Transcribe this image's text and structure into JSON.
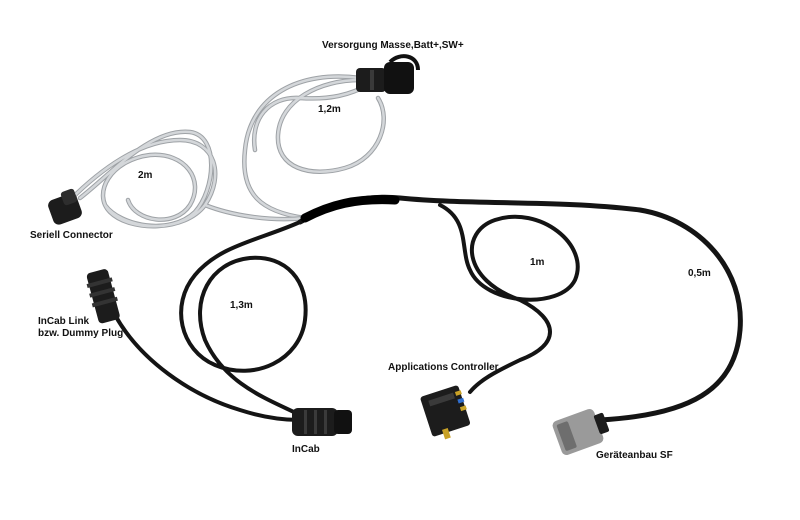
{
  "labels": {
    "power_supply": "Versorgung Masse,Batt+,SW+",
    "serial_connector": "Seriell Connector",
    "incab_link_line1": "InCab Link",
    "incab_link_line2": "bzw. Dummy Plug",
    "applications_controller": "Applications Controller",
    "incab": "InCab",
    "implement_sf": "Geräteanbau SF"
  },
  "lengths": {
    "power_cable": "1,2m",
    "serial_cable": "2m",
    "incab_cable": "1,3m",
    "controller_cable": "1m",
    "implement_cable": "0,5m"
  },
  "colors": {
    "background": "#ffffff",
    "grey_cable": "#c9cccf",
    "grey_cable_edge": "#9ea2a6",
    "black_cable": "#141414",
    "connector_body": "#1c1c1c",
    "implement_connector": "#9a9a9a",
    "label_text": "#111111"
  }
}
